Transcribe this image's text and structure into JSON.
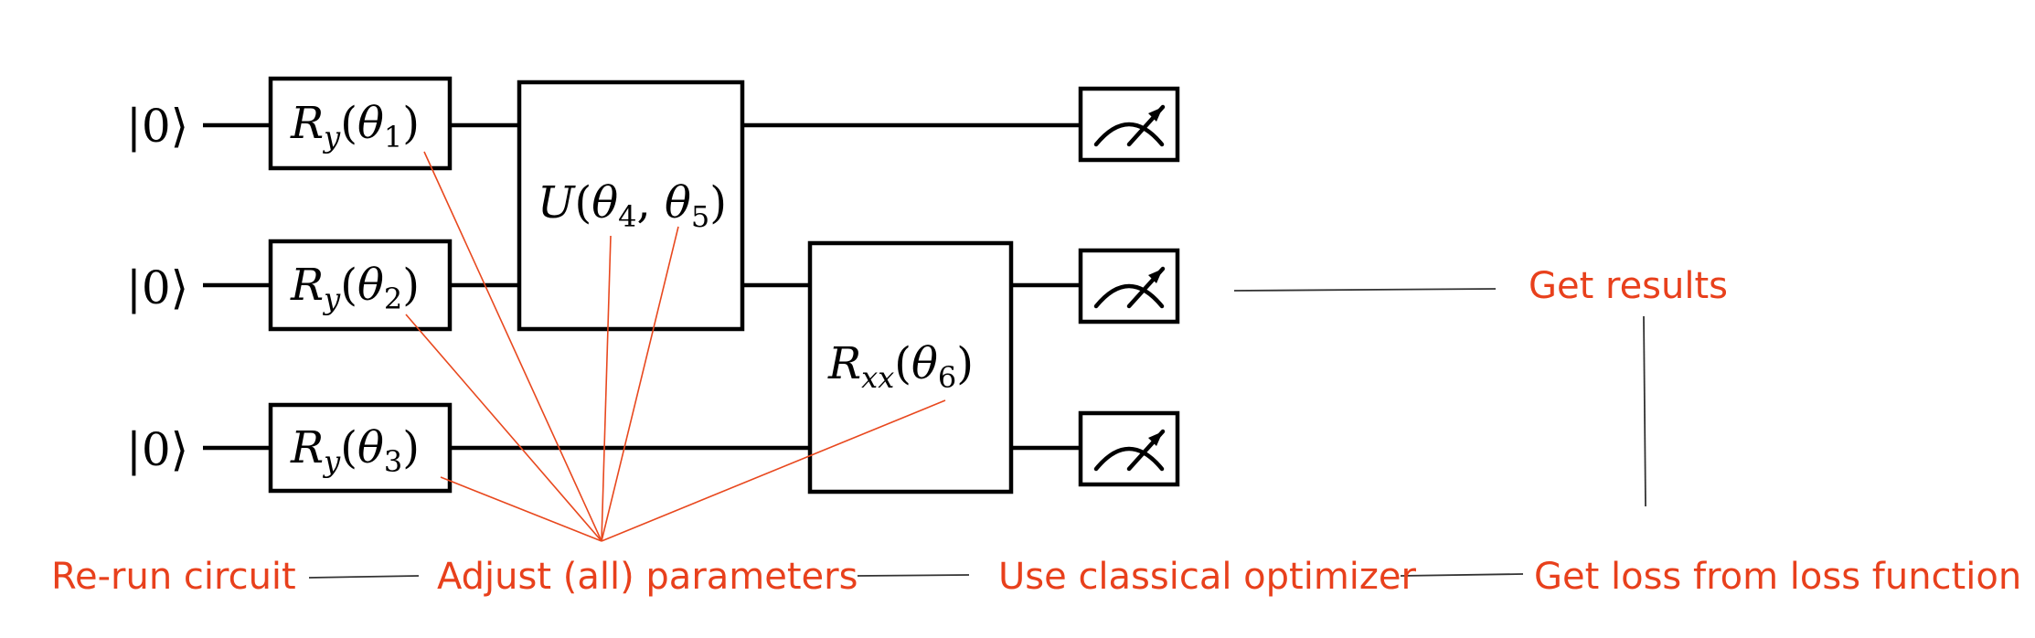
{
  "colors": {
    "accent": "#e8401c",
    "pointer": "#e8481e",
    "wire": "#000000"
  },
  "qubits": [
    {
      "ket": "|0⟩"
    },
    {
      "ket": "|0⟩"
    },
    {
      "ket": "|0⟩"
    }
  ],
  "gates": {
    "ry1": {
      "symbol": "R",
      "sub": "y",
      "arg": "θ",
      "argsub": "1"
    },
    "ry2": {
      "symbol": "R",
      "sub": "y",
      "arg": "θ",
      "argsub": "2"
    },
    "ry3": {
      "symbol": "R",
      "sub": "y",
      "arg": "θ",
      "argsub": "3"
    },
    "u": {
      "symbol": "U",
      "arg1": "θ",
      "arg1sub": "4",
      "arg2": "θ",
      "arg2sub": "5"
    },
    "rxx": {
      "symbol": "R",
      "sub": "xx",
      "arg": "θ",
      "argsub": "6"
    }
  },
  "measurements": [
    "measure-icon",
    "measure-icon",
    "measure-icon"
  ],
  "steps": {
    "get_results": "Get results",
    "get_loss": "Get loss from loss function",
    "optimizer": "Use classical optimizer",
    "adjust": "Adjust (all) parameters",
    "rerun": "Re-run circuit"
  }
}
